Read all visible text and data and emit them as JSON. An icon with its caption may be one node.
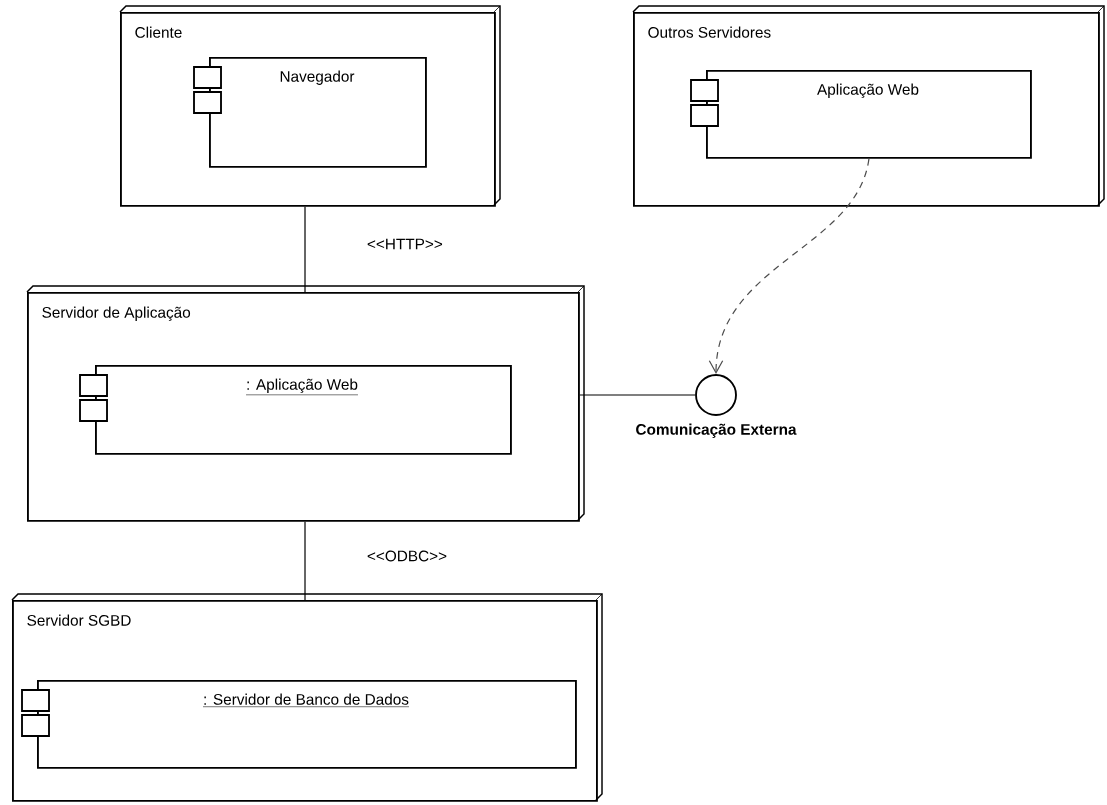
{
  "diagram": {
    "nodes": [
      {
        "text": [
          "Cliente"
        ]
      },
      {
        "text": [
          "Navegador"
        ],
        "in": 0
      },
      {
        "text": [
          "Outros Servidores"
        ]
      },
      {
        "text": [
          "Aplicação Web"
        ],
        "in": 2
      },
      {
        "text": [
          "Servidor de Aplicação"
        ]
      },
      {
        "text": [
          ": Aplicação Web"
        ],
        "in": 4
      },
      {
        "text": [
          "Comunicação Externa"
        ]
      },
      {
        "text": [
          "Servidor SGBD"
        ]
      },
      {
        "text": [
          ": Servidor de Banco de Dados"
        ],
        "in": 7
      }
    ],
    "edges": [
      {
        "from": 0,
        "to": 4,
        "arrow": "none",
        "label": "<<HTTP>>"
      },
      {
        "from": 4,
        "to": 7,
        "arrow": "none",
        "label": "<<ODBC>>"
      },
      {
        "from": 4,
        "to": 6,
        "arrow": "none"
      },
      {
        "from": 3,
        "to": 6,
        "arrow": "to",
        "style": "dashed"
      }
    ]
  }
}
